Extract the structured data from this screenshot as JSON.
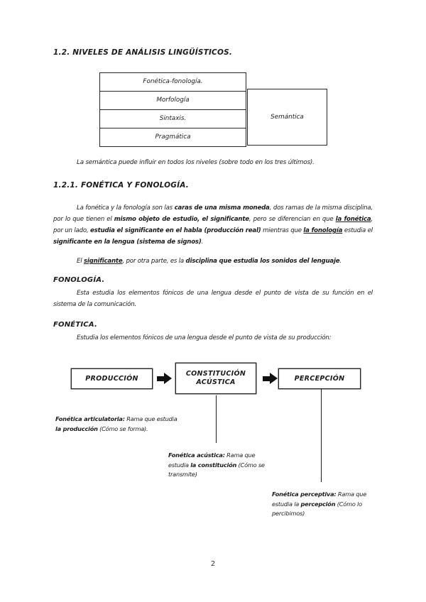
{
  "page_number": "2",
  "niveles": {
    "heading": "1.2. NIVELES DE ANÁLISIS LINGÜÍSTICOS.",
    "table": {
      "rows": [
        "Fonética-fonología.",
        "Morfología",
        "Sintaxis.",
        "Pragmática"
      ],
      "side_cell": "Semántica"
    },
    "caption": "La semántica puede influir en todos los niveles (sobre todo en los tres últimos)."
  },
  "fonetica_fonologia": {
    "heading": "1.2.1. FONÉTICA Y FONOLOGÍA.",
    "para1": [
      {
        "t": "La fonética y la fonología son las "
      },
      {
        "t": "caras de una misma moneda",
        "b": true
      },
      {
        "t": ", dos ramas de la misma disciplina, por lo que tienen el "
      },
      {
        "t": "mismo objeto de estudio, el significante",
        "b": true
      },
      {
        "t": ", pero se diferencian en que "
      },
      {
        "t": "la fonética",
        "b": true,
        "u": true
      },
      {
        "t": ", por un lado, "
      },
      {
        "t": "estudia el significante en el habla (producción real)",
        "b": true
      },
      {
        "t": " mientras que "
      },
      {
        "t": "la fonología",
        "b": true,
        "u": true
      },
      {
        "t": " estudia el "
      },
      {
        "t": "significante en la lengua (sistema de signos)",
        "b": true
      },
      {
        "t": "."
      }
    ],
    "para2": [
      {
        "t": "El "
      },
      {
        "t": "significante",
        "b": true,
        "u": true
      },
      {
        "t": ", por otra parte, es la "
      },
      {
        "t": "disciplina que estudia los sonidos del lenguaje",
        "b": true
      },
      {
        "t": "."
      }
    ],
    "fonologia": {
      "heading": "FONOLOGÍA.",
      "body": "Esta estudia los elementos fónicos de una lengua desde el punto de vista de su función en el sistema de la comunicación."
    },
    "fonetica": {
      "heading": "FONÉTICA.",
      "body": "Estudia los elementos fónicos de una lengua desde el punto de vista de su producción:"
    }
  },
  "diagram": {
    "boxes": [
      "PRODUCCIÓN",
      "CONSTITUCIÓN ACÚSTICA",
      "PERCEPCIÓN"
    ],
    "notes": [
      [
        {
          "t": "Fonética articulatoria:",
          "b": true
        },
        {
          "t": " Rama que estudia "
        },
        {
          "t": "la producción",
          "b": true
        },
        {
          "t": " (Cómo se forma)."
        }
      ],
      [
        {
          "t": "Fonética acústica:",
          "b": true
        },
        {
          "t": " Rama que estudia "
        },
        {
          "t": "la constitución",
          "b": true
        },
        {
          "t": " (Cómo se transmite)"
        }
      ],
      [
        {
          "t": "Fonética perceptiva:",
          "b": true
        },
        {
          "t": " Rama que estudia la "
        },
        {
          "t": "percepción",
          "b": true
        },
        {
          "t": " (Cómo lo percibimos)"
        }
      ]
    ]
  }
}
